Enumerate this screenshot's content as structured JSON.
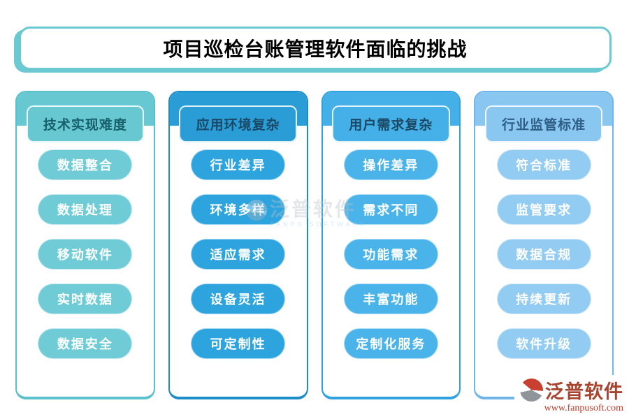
{
  "title": {
    "text": "项目巡检台账管理软件面临的挑战",
    "border_color": "#6ac9d1"
  },
  "columns": [
    {
      "header": "技术实现难度",
      "band_color": "#67c8d2",
      "item_color": "#6fccd6",
      "border_color": "#58c1cb",
      "header_text_color": "#17606c",
      "items": [
        "数据整合",
        "数据处理",
        "移动软件",
        "实时数据",
        "数据安全"
      ]
    },
    {
      "header": "应用环境复杂",
      "band_color": "#2a9dd7",
      "item_color": "#2ea4de",
      "border_color": "#1e8ec9",
      "header_text_color": "#1b4965",
      "items": [
        "行业差异",
        "环境多样",
        "适应需求",
        "设备灵活",
        "可定制性"
      ]
    },
    {
      "header": "用户需求复杂",
      "band_color": "#45b0e8",
      "item_color": "#4ab3ea",
      "border_color": "#2fa2df",
      "header_text_color": "#1b4965",
      "items": [
        "操作差异",
        "需求不同",
        "功能需求",
        "丰富功能",
        "定制化服务"
      ]
    },
    {
      "header": "行业监管标准",
      "band_color": "#89c6f0",
      "item_color": "#93ccf3",
      "border_color": "#6fb5e9",
      "header_text_color": "#2e5e86",
      "items": [
        "符合标准",
        "监管要求",
        "数据合规",
        "持续更新",
        "软件升级"
      ]
    }
  ],
  "watermark": {
    "text": "泛普软件",
    "subtext": "FANPU SOFTWARE"
  },
  "footer": {
    "brand": "泛普软件",
    "url": "www.fanpusoft.com",
    "brand_color": "#a8432f",
    "url_color": "#c13a2b",
    "logo_red": "#c8402f"
  }
}
